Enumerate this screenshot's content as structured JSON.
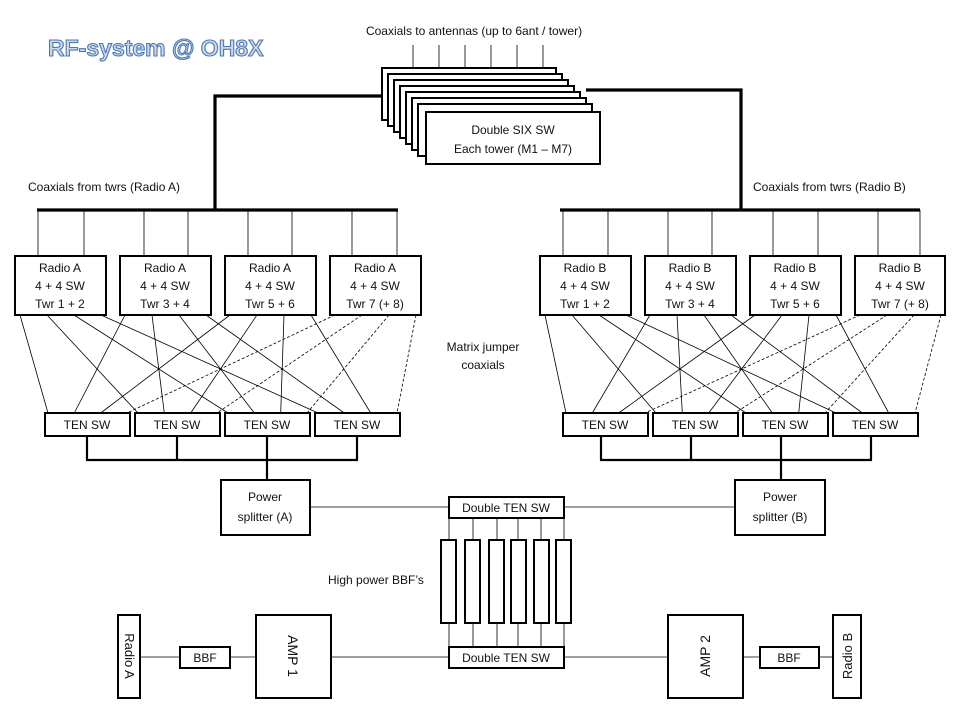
{
  "title": "RF-system @ OH8X",
  "labels": {
    "coax_antennas": "Coaxials to antennas (up to 6ant / tower)",
    "coax_radio_a": "Coaxials from twrs (Radio A)",
    "coax_radio_b": "Coaxials from twrs (Radio B)",
    "matrix_1": "Matrix jumper",
    "matrix_2": "coaxials",
    "high_power_bbf": "High power BBF’s"
  },
  "six_sw": {
    "line1": "Double SIX SW",
    "line2": "Each tower (M1 – M7)"
  },
  "radio_a_switches": [
    {
      "l1": "Radio A",
      "l2": "4 + 4 SW",
      "l3": "Twr 1 + 2"
    },
    {
      "l1": "Radio A",
      "l2": "4 + 4 SW",
      "l3": "Twr 3 + 4"
    },
    {
      "l1": "Radio A",
      "l2": "4 + 4 SW",
      "l3": "Twr 5 + 6"
    },
    {
      "l1": "Radio A",
      "l2": "4 + 4 SW",
      "l3": "Twr 7 (+ 8)"
    }
  ],
  "radio_b_switches": [
    {
      "l1": "Radio B",
      "l2": "4 + 4 SW",
      "l3": "Twr 1 + 2"
    },
    {
      "l1": "Radio B",
      "l2": "4 + 4 SW",
      "l3": "Twr 3 + 4"
    },
    {
      "l1": "Radio B",
      "l2": "4 + 4 SW",
      "l3": "Twr 5 + 6"
    },
    {
      "l1": "Radio B",
      "l2": "4 + 4 SW",
      "l3": "Twr 7 (+ 8)"
    }
  ],
  "ten_sw_label": "TEN SW",
  "power_splitter_a": {
    "l1": "Power",
    "l2": "splitter (A)"
  },
  "power_splitter_b": {
    "l1": "Power",
    "l2": "splitter (B)"
  },
  "double_ten_sw_top": "Double TEN SW",
  "double_ten_sw_bottom": "Double TEN SW",
  "radio_a": "Radio A",
  "radio_b": "Radio B",
  "bbf_left": "BBF",
  "bbf_right": "BBF",
  "amp1": "AMP 1",
  "amp2": "AMP 2"
}
